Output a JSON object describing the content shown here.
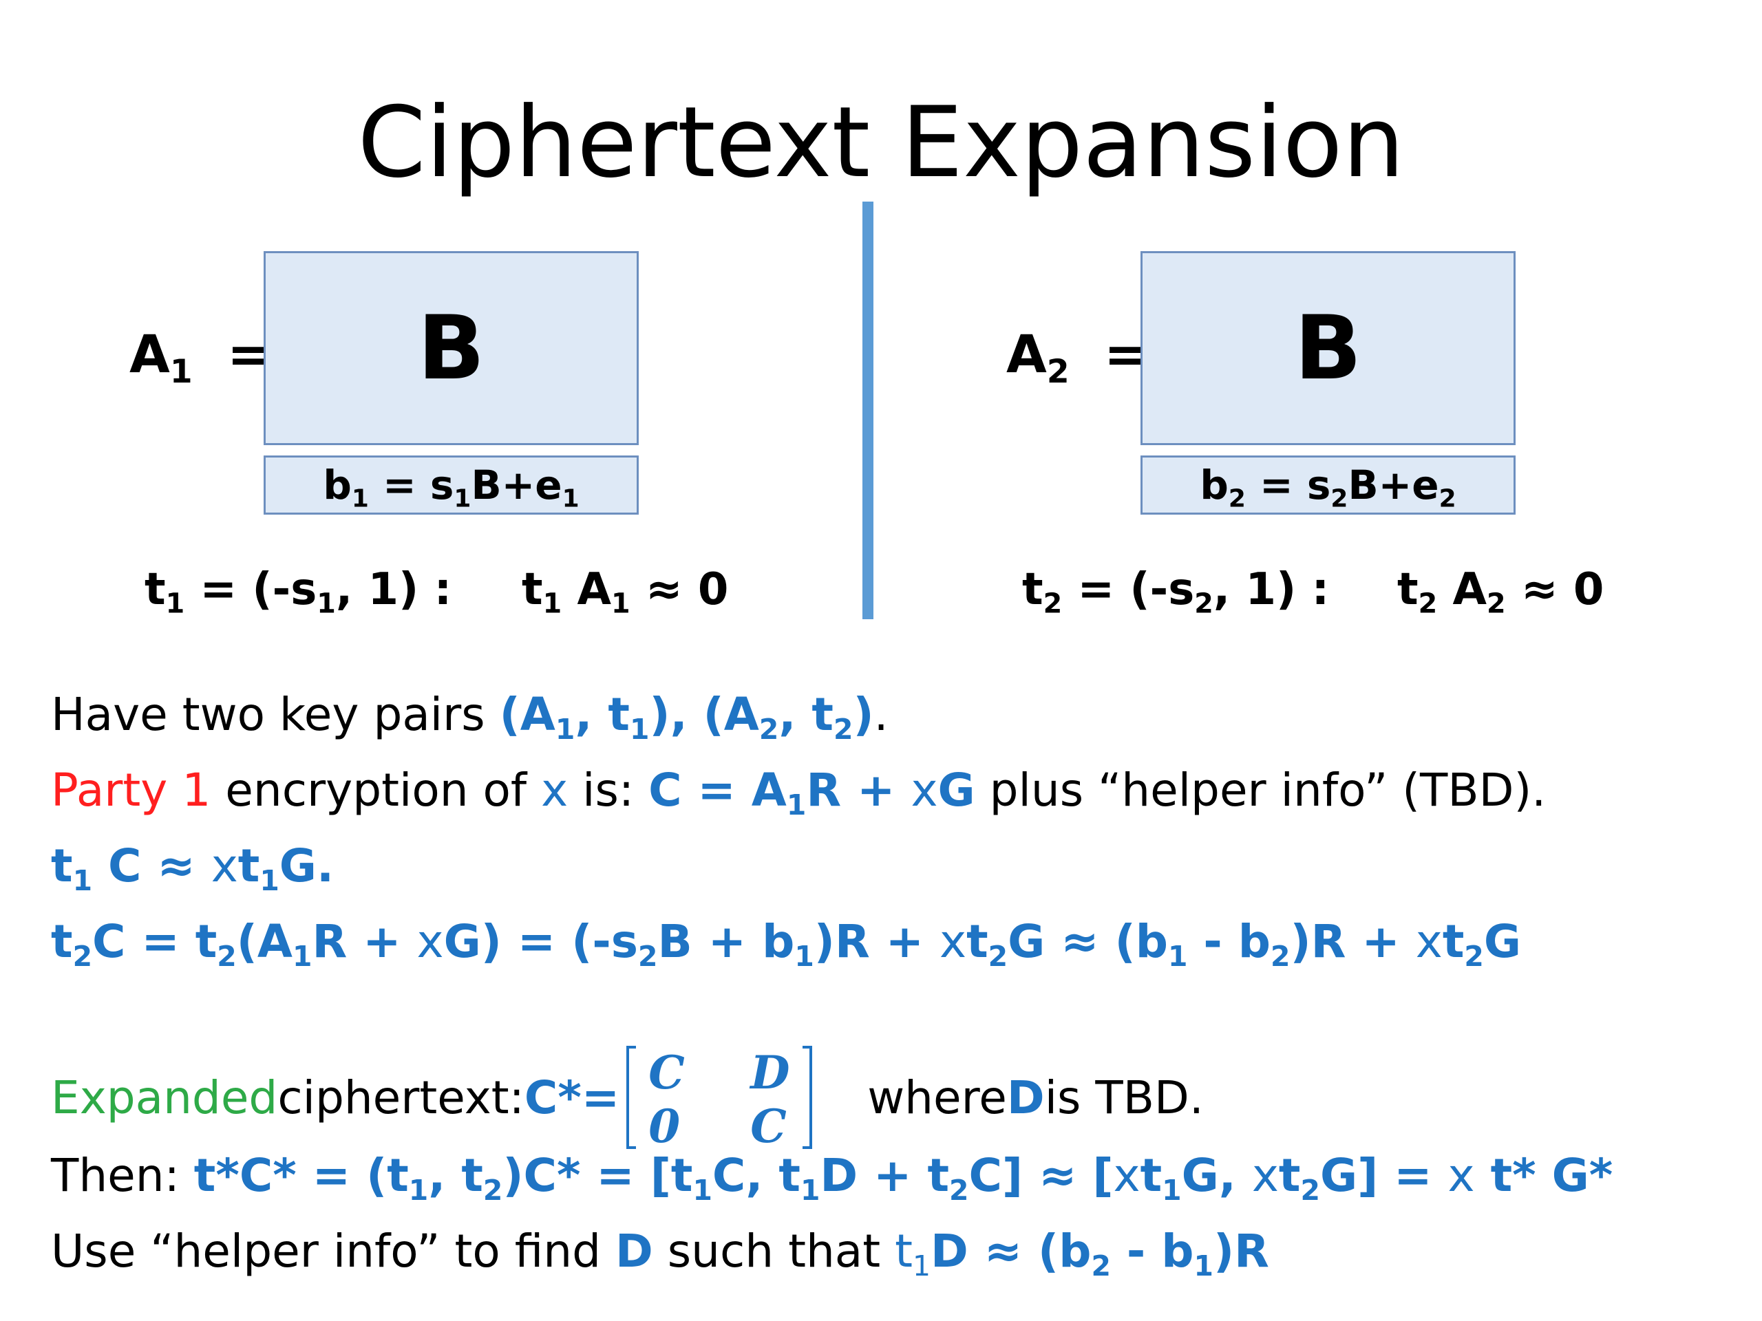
{
  "slide": {
    "title": "Ciphertext Expansion",
    "left": {
      "a_label": "A",
      "a_sub": "1",
      "eq": "=",
      "box_label": "B",
      "row_b": "b",
      "row_b_sub": "1",
      "row_eq": " = s",
      "row_s_sub": "1",
      "row_tail": "B+e",
      "row_e_sub": "1",
      "t_pre": "t",
      "t_sub": "1",
      "t_mid": " = (-s",
      "t_s_sub": "1",
      "t_end": ", 1)  :",
      "ta_t": "t",
      "ta_t_sub": "1",
      "ta_a": " A",
      "ta_a_sub": "1",
      "ta_end": " ≈ 0"
    },
    "right": {
      "a_label": "A",
      "a_sub": "2",
      "eq": "=",
      "box_label": "B",
      "row_b": "b",
      "row_b_sub": "2",
      "row_eq": " = s",
      "row_s_sub": "2",
      "row_tail": "B+e",
      "row_e_sub": "2",
      "t_pre": "t",
      "t_sub": "2",
      "t_mid": " = (-s",
      "t_s_sub": "2",
      "t_end": ", 1)  :",
      "ta_t": "t",
      "ta_t_sub": "2",
      "ta_a": " A",
      "ta_a_sub": "2",
      "ta_end": " ≈ 0"
    },
    "line1": {
      "p1": "Have two key pairs ",
      "p2": "(A",
      "s1": "1",
      "p3": ", t",
      "s2": "1",
      "p4": "), (A",
      "s3": "2",
      "p5": ", t",
      "s4": "2",
      "p6": ")",
      "p7": "."
    },
    "line2": {
      "party": "Party 1",
      "p1": " encryption of ",
      "x": "x",
      "p2": " is:   ",
      "c1": "C = A",
      "s1": "1",
      "c2": "R + ",
      "x2": "x",
      "c3": "G",
      "p3": "   plus “helper info” (TBD)."
    },
    "line3": {
      "a": "t",
      "s1": "1",
      "b": " C ≈   ",
      "x": "x",
      "c": "t",
      "s2": "1",
      "d": "G."
    },
    "line4": {
      "a": "t",
      "s1": "2",
      "b": "C  =   t",
      "s2": "2",
      "c": "(A",
      "s3": "1",
      "d": "R + ",
      "x1": "x",
      "e": "G) =  (-s",
      "s4": "2",
      "f": "B + b",
      "s5": "1",
      "g": ")R + ",
      "x2": "x",
      "h": "t",
      "s6": "2",
      "i": "G ≈ (b",
      "s7": "1",
      "j": " - b",
      "s8": "2",
      "k": ")R + ",
      "x3": "x",
      "l": "t",
      "s9": "2",
      "m": "G"
    },
    "line5": {
      "expanded": "Expanded",
      "p1": " ciphertext: ",
      "cstar": "C*",
      "eq": "  =",
      "m11": "C",
      "m12": "D",
      "m21": "0",
      "m22": "C",
      "p2": "where ",
      "d": "D",
      "p3": " is TBD."
    },
    "line6": {
      "p1": "Then:  ",
      "a": "t*C* =  (t",
      "s1": "1",
      "b": ", t",
      "s2": "2",
      "c": ")C* = [t",
      "s3": "1",
      "d": "C,  t",
      "s4": "1",
      "e": "D + t",
      "s5": "2",
      "f": "C] ≈ [",
      "x1": "x",
      "g": "t",
      "s6": "1",
      "h": "G, ",
      "x2": "x",
      "i": "t",
      "s7": "2",
      "j": "G] = ",
      "x3": "x",
      "k": " t* G*"
    },
    "line7": {
      "p1": "Use “helper info” to find ",
      "d": "D",
      "p2": " such that ",
      "t": "t",
      "s1": "1",
      "e": "D ≈ (b",
      "s2": "2",
      "f": " - b",
      "s3": "1",
      "g": ")R"
    }
  }
}
